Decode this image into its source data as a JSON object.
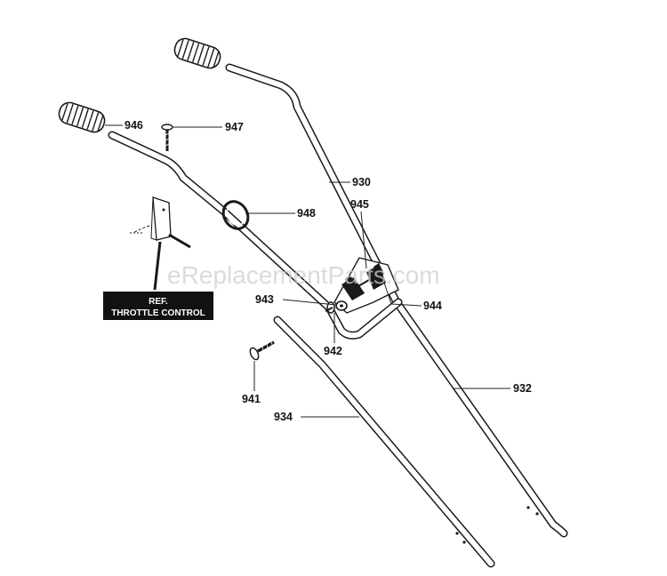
{
  "watermark": "eReplacementParts.com",
  "reference_box": {
    "line1": "REF.",
    "line2": "THROTTLE CONTROL"
  },
  "parts": {
    "p946": "946",
    "p947": "947",
    "p930": "930",
    "p945": "945",
    "p948": "948",
    "p943": "943",
    "p944": "944",
    "p942": "942",
    "p941": "941",
    "p932": "932",
    "p934": "934"
  },
  "colors": {
    "line": "#1a1a1a",
    "label_bg": "#111111",
    "watermark": "#cfcfcf"
  }
}
